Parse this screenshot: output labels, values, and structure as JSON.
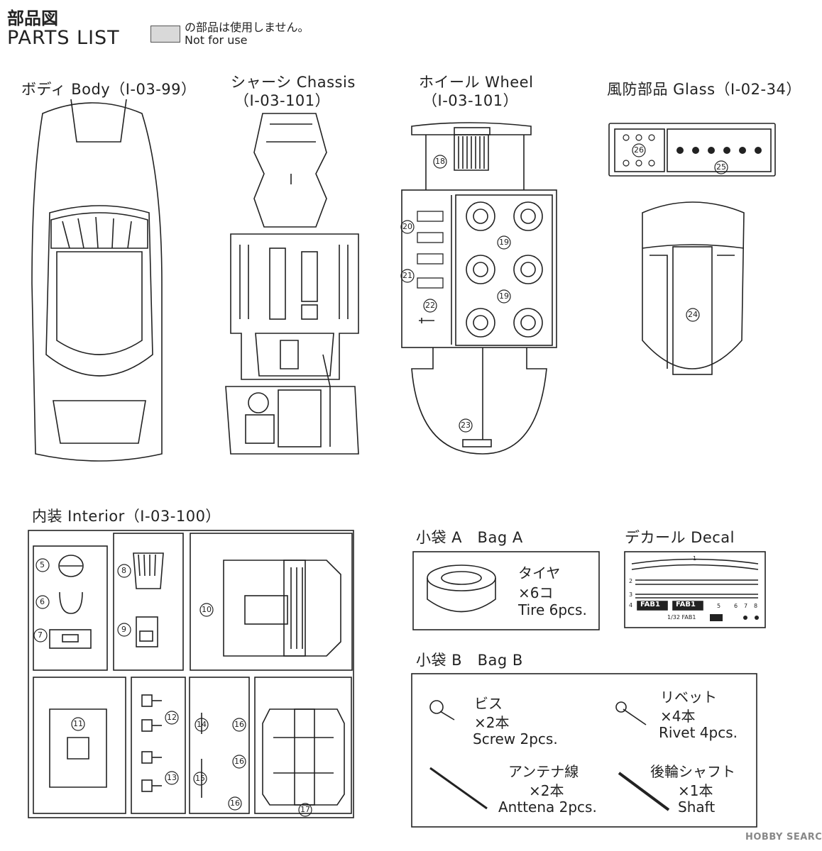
{
  "header": {
    "title_jp": "部品図",
    "title_en": "PARTS LIST",
    "legend_jp": "の部品は使用しません。",
    "legend_en": "Not for use",
    "legend_swatch_color": "#d9d9d9"
  },
  "sections": {
    "body": "ボディ Body（I-03-99）",
    "chassis_line1": "シャーシ Chassis",
    "chassis_line2": "（I-03-101）",
    "wheel_line1": "ホイール Wheel",
    "wheel_line2": "（I-03-101）",
    "glass": "風防部品 Glass（I-02-34）",
    "interior": "内装 Interior（I-03-100）",
    "bag_a": "小袋 A　Bag A",
    "decal": "デカール Decal",
    "bag_b": "小袋 B　Bag B"
  },
  "bag_a": {
    "line1": "タイヤ",
    "line2": "×6コ",
    "line3": "Tire 6pcs."
  },
  "bag_b": {
    "screw_jp": "ビス",
    "screw_qty": "×2本",
    "screw_en": "Screw 2pcs.",
    "rivet_jp": "リベット",
    "rivet_qty": "×4本",
    "rivet_en": "Rivet 4pcs.",
    "antenna_jp": "アンテナ線",
    "antenna_qty": "×2本",
    "antenna_en": "Anttena 2pcs.",
    "shaft_jp": "後輪シャフト",
    "shaft_qty": "×1本",
    "shaft_en": "Shaft"
  },
  "decal": {
    "logo1": "FAB1",
    "logo2": "FAB1",
    "footer": "1/32 FAB1",
    "nums": [
      "1",
      "2",
      "3",
      "4",
      "5",
      "6",
      "7",
      "8"
    ]
  },
  "part_numbers": [
    "5",
    "6",
    "7",
    "8",
    "9",
    "10",
    "11",
    "12",
    "13",
    "14",
    "15",
    "16",
    "16",
    "16",
    "17",
    "18",
    "19",
    "19",
    "20",
    "21",
    "22",
    "23",
    "24",
    "25",
    "26"
  ],
  "watermark": "HOBBY SEARCH"
}
